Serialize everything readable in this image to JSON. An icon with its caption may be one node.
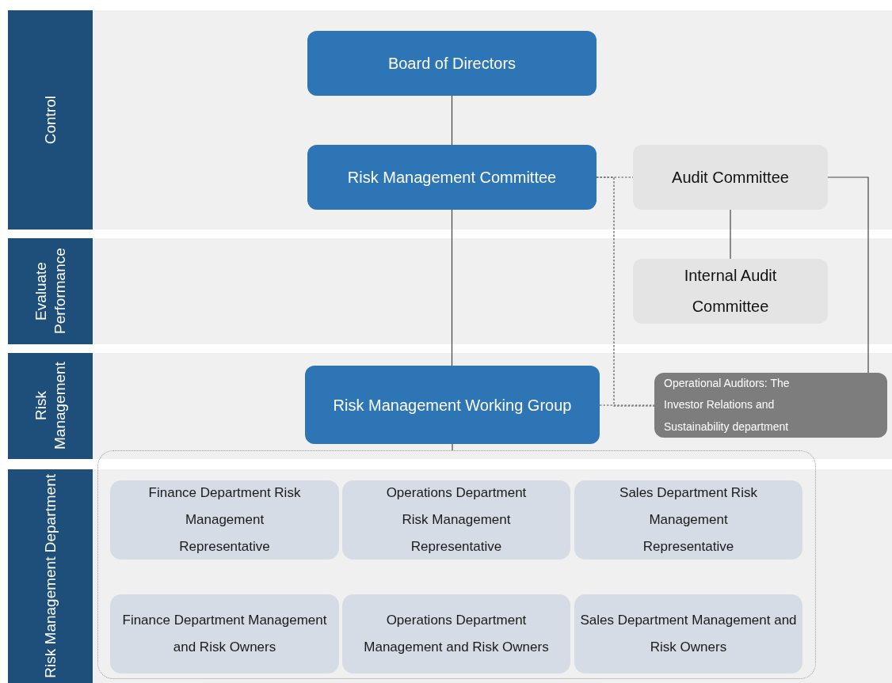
{
  "diagram": {
    "nodes": [
      {
        "text": [
          "Control"
        ]
      },
      {
        "text": [
          "Evaluate Performance"
        ]
      },
      {
        "text": [
          "Risk Management"
        ]
      },
      {
        "text": [
          "Risk Management Department"
        ]
      },
      {
        "text": [
          "Board of Directors"
        ]
      },
      {
        "text": [
          "Risk Management Committee"
        ]
      },
      {
        "text": [
          "Audit Committee"
        ]
      },
      {
        "text": [
          "Internal Audit Committee"
        ]
      },
      {
        "text": [
          "Risk Management Working Group"
        ]
      },
      {
        "text": [
          "Operational Auditors: The Investor Relations and Sustainability department"
        ]
      },
      {
        "text": [],
        "shape": "box"
      },
      {
        "text": [
          "Finance Department Risk Management Representative"
        ],
        "in": 10
      },
      {
        "text": [
          "Operations Department Risk Management Representative"
        ],
        "in": 10
      },
      {
        "text": [
          "Sales Department Risk Management Representative"
        ],
        "in": 10
      },
      {
        "text": [
          "Finance Department Management and Risk Owners"
        ],
        "in": 10
      },
      {
        "text": [
          "Operations Department Management and Risk Owners"
        ],
        "in": 10
      },
      {
        "text": [
          "Sales Department Management and Risk Owners"
        ],
        "in": 10
      }
    ],
    "edges": [
      {
        "from": 4,
        "to": 5,
        "arrow": "none"
      },
      {
        "from": 5,
        "to": 8,
        "arrow": "none"
      },
      {
        "from": 5,
        "to": 6,
        "arrow": "none",
        "style": "dashed"
      },
      {
        "from": 6,
        "to": 7,
        "arrow": "none"
      },
      {
        "from": 6,
        "to": 9,
        "arrow": "none"
      },
      {
        "from": 8,
        "to": 9,
        "arrow": "none",
        "style": "dashed"
      },
      {
        "from": 5,
        "to": 9,
        "arrow": "none",
        "style": "dashed"
      },
      {
        "from": 8,
        "to": 10,
        "arrow": "none"
      }
    ]
  }
}
